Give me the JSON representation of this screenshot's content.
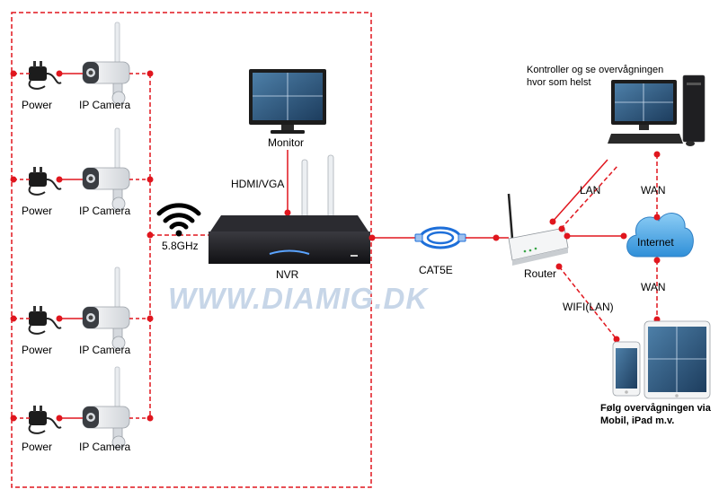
{
  "colors": {
    "link": "#e0161e",
    "cloud": "#4fa3e0",
    "cable": "#1e6fd9",
    "watermark": "#c7d6e8"
  },
  "icons": [
    "power-adapter-icon",
    "ip-camera-icon",
    "wifi-icon",
    "nvr-icon",
    "monitor-icon",
    "cable-icon",
    "router-icon",
    "cloud-icon",
    "desktop-pc-icon",
    "phone-icon",
    "tablet-icon"
  ],
  "cameras": [
    {
      "power_label": "Power",
      "camera_label": "IP Camera"
    },
    {
      "power_label": "Power",
      "camera_label": "IP Camera"
    },
    {
      "power_label": "Power",
      "camera_label": "IP Camera"
    },
    {
      "power_label": "Power",
      "camera_label": "IP Camera"
    }
  ],
  "wireless_label": "5.8GHz",
  "monitor_label": "Monitor",
  "hdmi_label": "HDMI/VGA",
  "nvr_label": "NVR",
  "cable_label": "CAT5E",
  "router_label": "Router",
  "internet_label": "Internet",
  "lan_label": "LAN",
  "wan_top_label": "WAN",
  "wan_bottom_label": "WAN",
  "wifi_lan_label": "WIFI(LAN)",
  "pc_caption": [
    "Kontroller og se overvågningen",
    "hvor som helst"
  ],
  "mobile_caption": [
    "Følg overvågningen via",
    "Mobil, iPad m.v."
  ],
  "watermark": "WWW.DIAMIG.DK"
}
